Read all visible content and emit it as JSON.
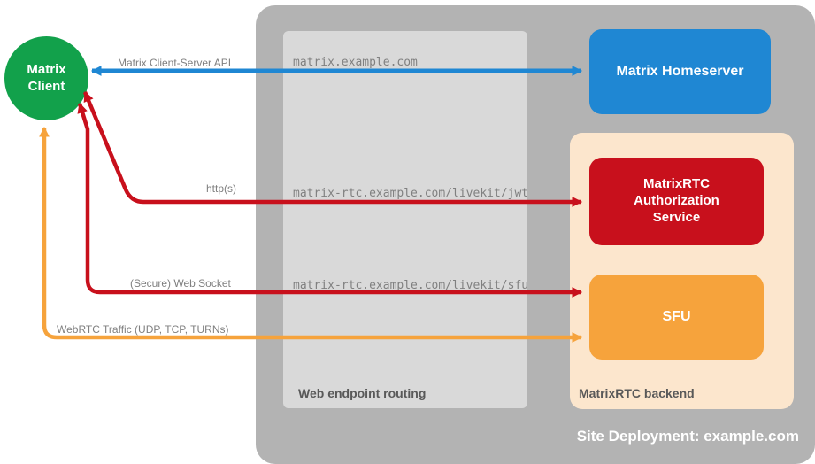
{
  "colors": {
    "client_green": "#12a14b",
    "homeserver_blue": "#1f87d3",
    "auth_red": "#c8101c",
    "sfu_orange": "#f6a33c",
    "deployment_bg": "#b3b3b3",
    "routing_bg": "#d9d9d9",
    "backend_bg": "#fce6cd",
    "label_gray": "#7f7f7f"
  },
  "client": {
    "label": "Matrix Client"
  },
  "homeserver": {
    "label": "Matrix Homeserver"
  },
  "routing": {
    "title": "Web endpoint routing",
    "endpoints": [
      "matrix.example.com",
      "matrix-rtc.example.com/livekit/jwt",
      "matrix-rtc.example.com/livekit/sfu"
    ]
  },
  "backend": {
    "title": "MatrixRTC backend",
    "auth_label": "MatrixRTC Authorization Service",
    "sfu_label": "SFU"
  },
  "deployment": {
    "title": "Site Deployment: example.com"
  },
  "arrows": [
    {
      "label": "Matrix Client-Server API",
      "color": "#1f87d3"
    },
    {
      "label": "http(s)",
      "color": "#c8101c"
    },
    {
      "label": "(Secure) Web Socket",
      "color": "#c8101c"
    },
    {
      "label": "WebRTC Traffic (UDP, TCP, TURNs)",
      "color": "#f6a33c"
    }
  ]
}
